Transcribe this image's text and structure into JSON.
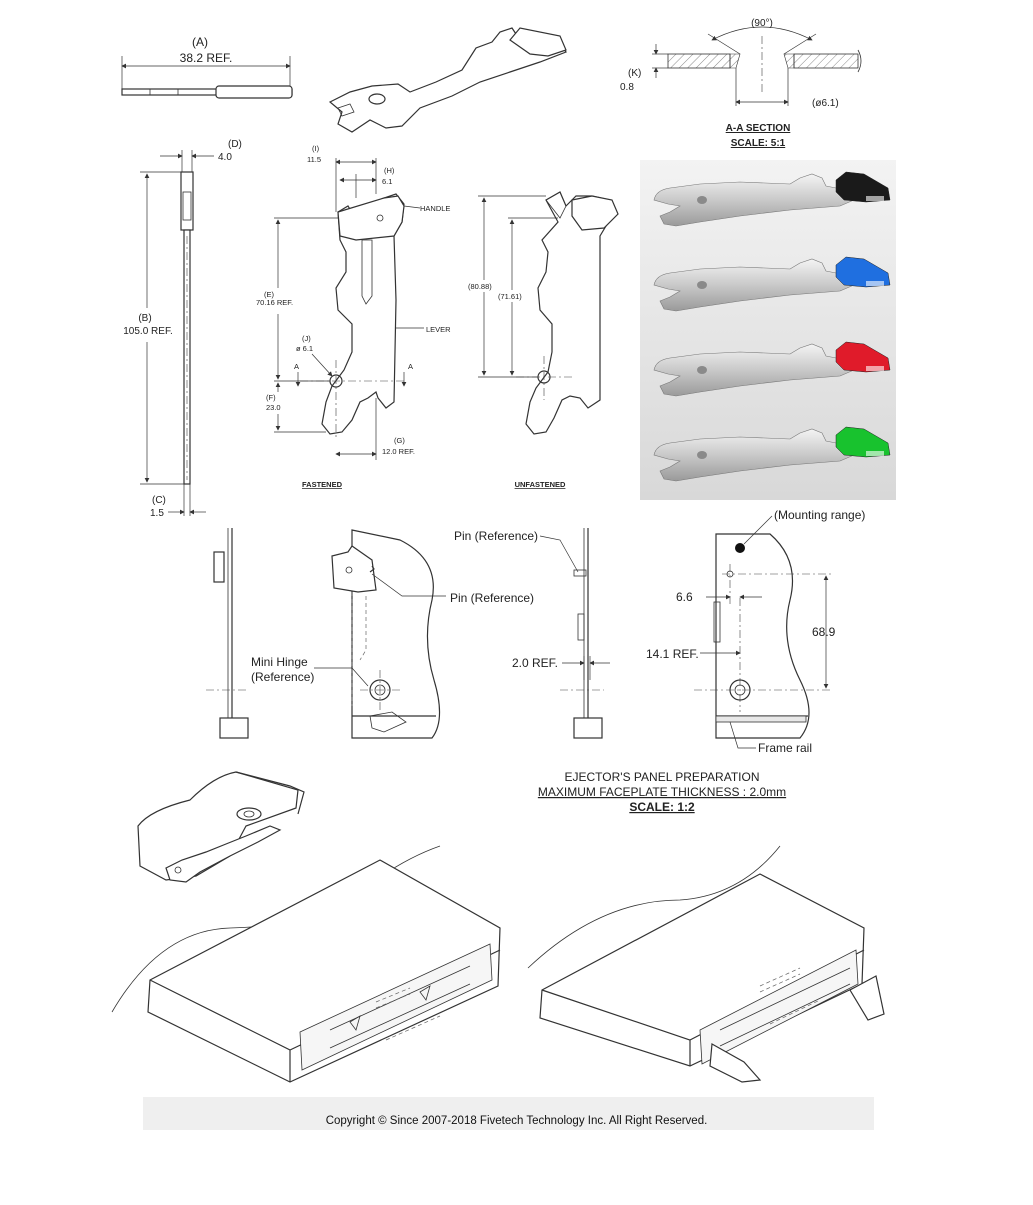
{
  "top_profile": {
    "label_a": "(A)",
    "value_a": "38.2 REF."
  },
  "section_aa": {
    "angle": "(90°)",
    "label_k": "(K)",
    "value_k": "0.8",
    "diameter": "(ø6.1)",
    "title": "A-A SECTION",
    "scale": "SCALE: 5:1"
  },
  "side_view": {
    "label_d": "(D)",
    "value_d": "4.0",
    "label_b": "(B)",
    "value_b": "105.0 REF.",
    "label_c": "(C)",
    "value_c": "1.5"
  },
  "fastened_view": {
    "label_i": "(I)",
    "value_i": "11.5",
    "label_h": "(H)",
    "value_h": "6.1",
    "handle": "HANDLE",
    "label_e": "(E)",
    "value_e": "70.16 REF.",
    "label_j": "(J)",
    "value_j": "ø 6.1",
    "lever": "LEVER",
    "section_a_left": "A",
    "section_a_right": "A",
    "label_f": "(F)",
    "value_f": "23.0",
    "label_g": "(G)",
    "value_g": "12.0 REF.",
    "caption": "FASTENED"
  },
  "unfastened_view": {
    "value_outer": "(80.88)",
    "value_inner": "(71.61)",
    "caption": "UNFASTENED"
  },
  "color_variants": [
    {
      "color": "#1a1a1a"
    },
    {
      "color": "#1f6fe0"
    },
    {
      "color": "#e01b2a"
    },
    {
      "color": "#18c22e"
    }
  ],
  "panel_prep": {
    "pin_ref_top": "Pin (Reference)",
    "pin_ref_mid": "Pin (Reference)",
    "mini_hinge": "Mini Hinge",
    "mini_hinge_ref": "(Reference)",
    "dim_2_0": "2.0 REF.",
    "mounting_range": "(Mounting range)",
    "dim_6_6": "6.6",
    "dim_14_1": "14.1 REF.",
    "dim_68_9": "68.9",
    "frame_rail": "Frame rail"
  },
  "prep_title": {
    "line1": "EJECTOR'S PANEL PREPARATION",
    "line2": "MAXIMUM FACEPLATE THICKNESS : 2.0mm",
    "line3": "SCALE: 1:2"
  },
  "footer": {
    "copyright": "Copyright © Since 2007-2018 Fivetech Technology Inc. All Right Reserved."
  }
}
